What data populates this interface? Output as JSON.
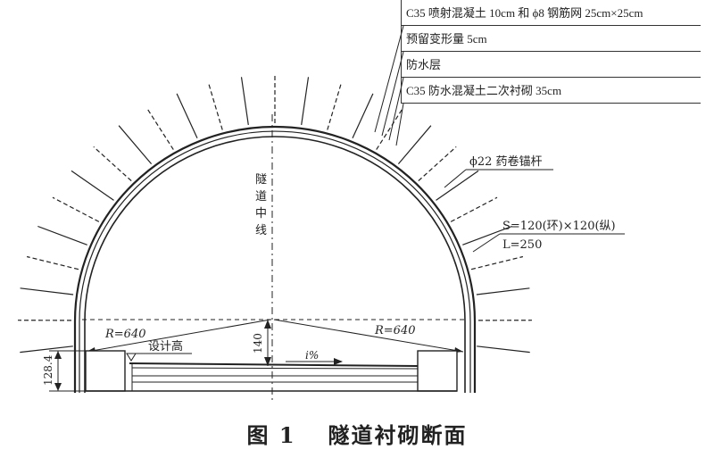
{
  "legend": {
    "rows": [
      "C35 喷射混凝土 10cm 和 ϕ8 钢筋网 25cm×25cm",
      "预留变形量 5cm",
      "防水层",
      "C35 防水混凝土二次衬砌 35cm"
    ]
  },
  "labels": {
    "centerline": [
      "隧",
      "道",
      "中",
      "线"
    ],
    "anchor": "ϕ22 药卷锚杆",
    "spacing": "S=120(环)×120(纵)",
    "length": "L=250",
    "radius_left": "R=640",
    "radius_right": "R=640",
    "design_elev": "设计高",
    "rise": "140",
    "wall_height": "128.4",
    "slope": "i%"
  },
  "caption": {
    "number": "图 1",
    "title": "隧道衬砌断面"
  },
  "colors": {
    "ink": "#222222",
    "background": "#ffffff"
  }
}
